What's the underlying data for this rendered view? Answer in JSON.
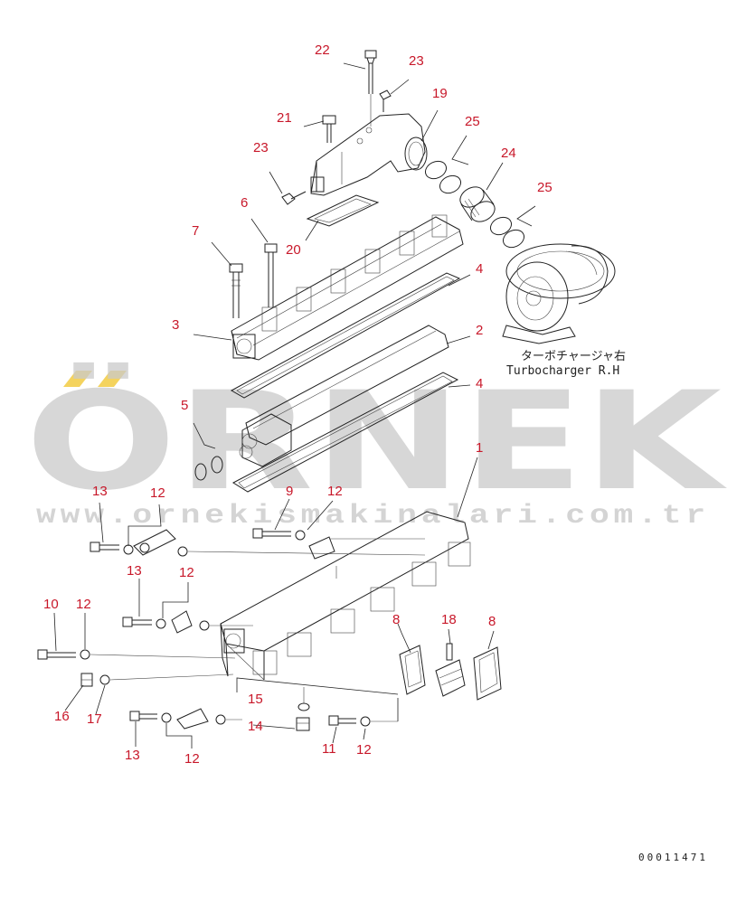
{
  "caption_jp": "ターボチャージャ右",
  "caption_en": "Turbocharger R.H",
  "drawing_code": "00011471",
  "watermark": {
    "brand": "ÖRNEK",
    "url": "www.ornekismakinalari.com.tr",
    "accent": "#f4d35e"
  },
  "colors": {
    "callout": "#c8182a",
    "line": "#222222",
    "watermark": "#c9c9c9"
  },
  "labels": {
    "n1": "1",
    "n2": "2",
    "n3": "3",
    "n4a": "4",
    "n4b": "4",
    "n5": "5",
    "n6": "6",
    "n7": "7",
    "n8a": "8",
    "n8b": "8",
    "n9": "9",
    "n10": "10",
    "n11": "11",
    "n12a": "12",
    "n12b": "12",
    "n12c": "12",
    "n12d": "12",
    "n12e": "12",
    "n12f": "12",
    "n13a": "13",
    "n13b": "13",
    "n13c": "13",
    "n14": "14",
    "n15": "15",
    "n16": "16",
    "n17": "17",
    "n18": "18",
    "n19": "19",
    "n20": "20",
    "n21": "21",
    "n22": "22",
    "n23a": "23",
    "n23b": "23",
    "n24": "24",
    "n25a": "25",
    "n25b": "25"
  }
}
